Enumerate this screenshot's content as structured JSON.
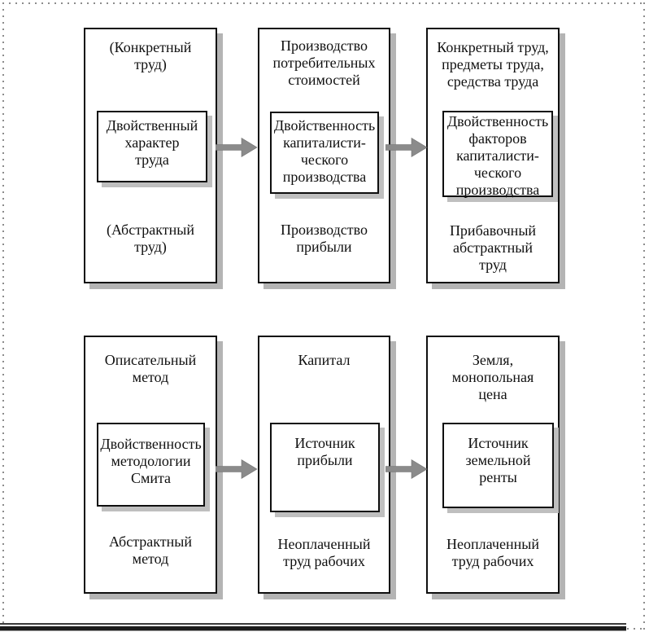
{
  "page": {
    "background": "#ffffff",
    "frame_dot_color": "#8c8c8c",
    "bottom_rule_color": "#1b1b1b",
    "box_border_color": "#0f0f0f",
    "box_shadow_color": "#b4b4b4",
    "arrow_color": "#8b8b8b"
  },
  "diagram": {
    "rows": [
      {
        "cells": [
          {
            "top": "(Конкретный\nтруд)",
            "center": "Двойственный\nхарактер\nтруда",
            "bottom": "(Абстрактный\nтруд)"
          },
          {
            "top": "Производство\nпотребительных\nстоимостей",
            "center": "Двойственность\nкапиталисти-\nческого\nпроизводства",
            "bottom": "Производство\nприбыли"
          },
          {
            "top": "Конкретный труд,\nпредметы труда,\nсредства труда",
            "center": "Двойственность\nфакторов\nкапиталисти-\nческого\nпроизводства",
            "bottom": "Прибавочный\nабстрактный\nтруд"
          }
        ]
      },
      {
        "cells": [
          {
            "top": "Описательный\nметод",
            "center": "Двойственность\nметодологии\nСмита",
            "bottom": "Абстрактный\nметод"
          },
          {
            "top": "Капитал",
            "center": "Источник\nприбыли",
            "bottom": "Неоплаченный\nтруд рабочих"
          },
          {
            "top": "Земля,\nмонопольная\nцена",
            "center": "Источник\nземельной\nренты",
            "bottom": "Неоплаченный\nтруд рабочих"
          }
        ]
      }
    ]
  }
}
